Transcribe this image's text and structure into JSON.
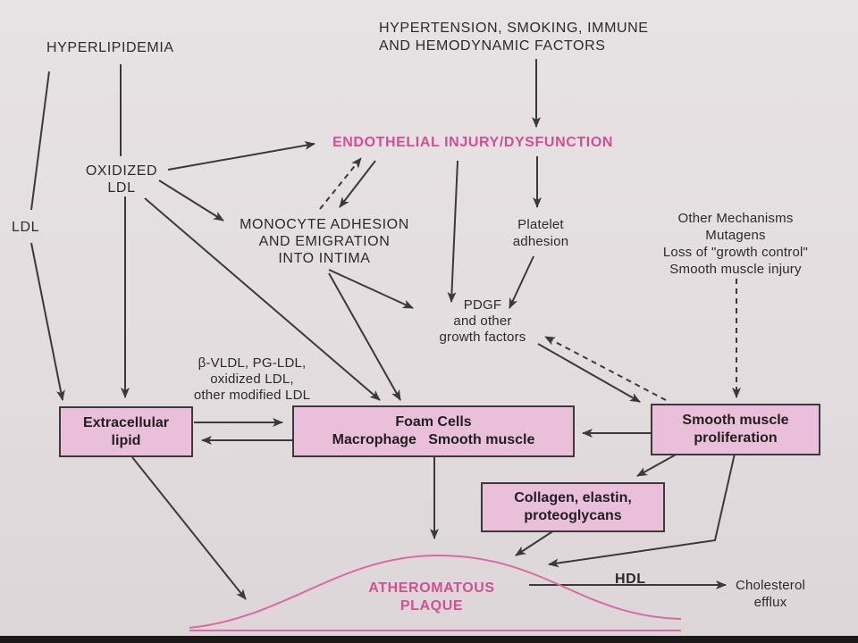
{
  "nodes": {
    "hyperlipidemia": "HYPERLIPIDEMIA",
    "risk_factors": "HYPERTENSION, SMOKING, IMMUNE\nAND HEMODYNAMIC FACTORS",
    "endothelial_injury": "ENDOTHELIAL INJURY/DYSFUNCTION",
    "oxidized_ldl": "OXIDIZED\nLDL",
    "ldl": "LDL",
    "monocyte": "MONOCYTE ADHESION\nAND EMIGRATION\nINTO INTIMA",
    "platelet": "Platelet\nadhesion",
    "other_mechanisms": "Other Mechanisms\nMutagens\nLoss of \"growth control\"\nSmooth muscle injury",
    "pdgf": "PDGF\nand other\ngrowth factors",
    "modified_ldl": "β-VLDL, PG-LDL,\noxidized LDL,\nother modified LDL",
    "extracellular_lipid": "Extracellular\nlipid",
    "foam_cells": "Foam Cells\nMacrophage   Smooth muscle",
    "smooth_muscle_prolif": "Smooth muscle\nproliferation",
    "collagen": "Collagen, elastin,\nproteoglycans",
    "plaque": "ATHEROMATOUS\nPLAQUE",
    "hdl": "HDL",
    "cholesterol_efflux": "Cholesterol\nefflux"
  },
  "colors": {
    "accent_pink": "#d34e92",
    "box_fill": "#e9bfd9",
    "line": "#3a3a3a"
  }
}
